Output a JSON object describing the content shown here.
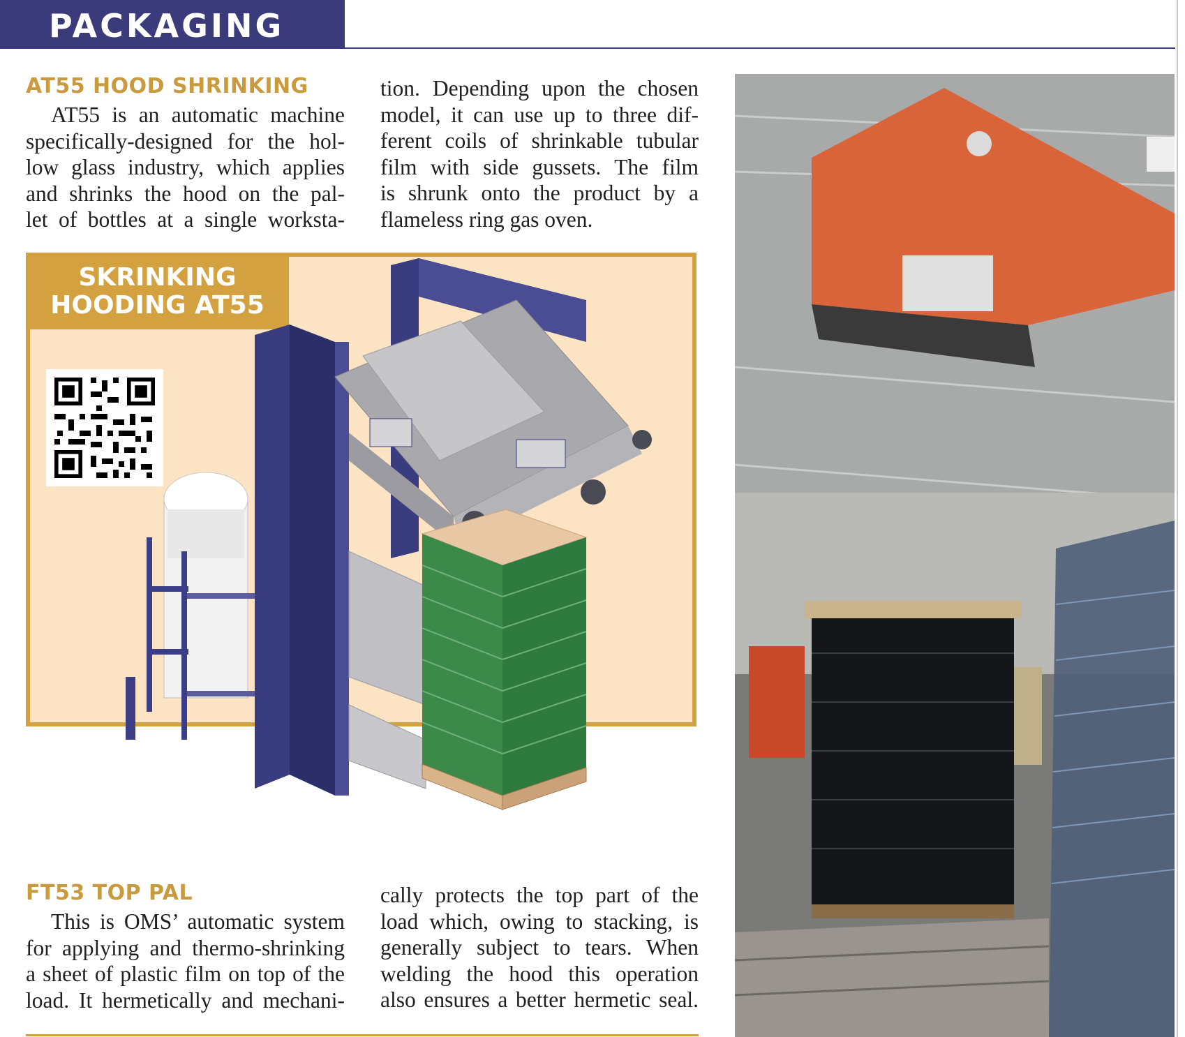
{
  "header": {
    "section_label": "PACKAGING"
  },
  "article1": {
    "title": "AT55 HOOD SHRINKING",
    "col1_lines": [
      "AT55 is an automatic machine",
      "specifically-designed for the hol-",
      "low glass industry, which applies",
      "and shrinks the hood on the pal-",
      "let of bottles at a single worksta-"
    ],
    "col2_lines": [
      "tion. Depending upon the chosen",
      "model, it can use up to three dif-",
      "ferent coils of shrinkable tubular",
      "film with side gussets. The film",
      "is shrunk onto the product by a",
      "flameless ring gas oven."
    ]
  },
  "illustration": {
    "label_line1": "SKRINKING",
    "label_line2": "HOODING AT55"
  },
  "article2": {
    "title": "FT53 TOP PAL",
    "col1_lines": [
      "This is OMS’ automatic system",
      "for applying and thermo-shrinking",
      "a sheet of plastic film on top of the",
      "load. It hermetically and mechani-"
    ],
    "col2_lines": [
      "cally protects the top part of the",
      "load which, owing to stacking, is",
      "generally subject to tears. When",
      "welding the hood this operation",
      "also ensures a better hermetic seal."
    ]
  },
  "colors": {
    "header_band": "#3b3a7a",
    "accent_gold": "#d4a141",
    "title_gold": "#c99b3e",
    "illustration_bg": "#fbe3c4"
  }
}
